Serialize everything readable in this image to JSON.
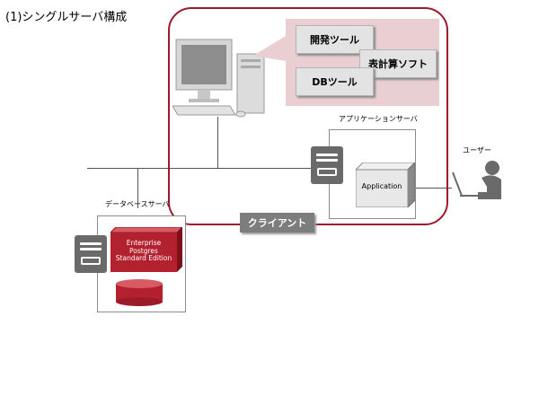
{
  "title": "(1)シングルサーバ構成",
  "client": {
    "badge": "クライアント",
    "tools": {
      "tool1": "開発ツール",
      "tool2": "表計算ソフト",
      "tool3": "DBツール"
    }
  },
  "app_server": {
    "label": "アプリケーションサーバ",
    "application": "Application"
  },
  "user": {
    "label": "ユーザー"
  },
  "db_server": {
    "label": "データベースサーバ",
    "product_line1": "Enterprise",
    "product_line2": "Postgres",
    "product_line3": "Standard Edition"
  },
  "colors": {
    "frame": "#9b1b2a",
    "product_red": "#b3202e",
    "server_gray": "#6a6a6a"
  }
}
